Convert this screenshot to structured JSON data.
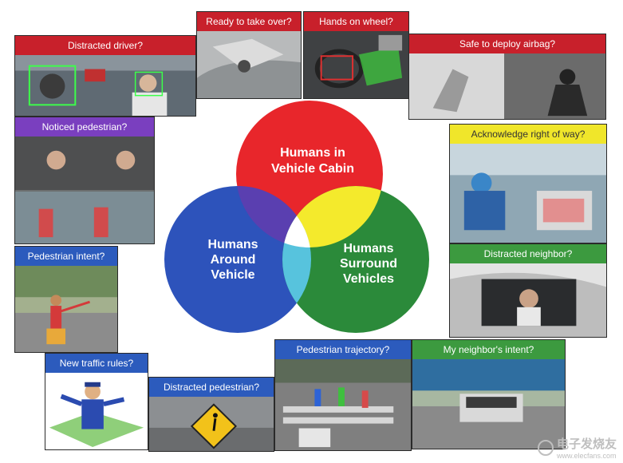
{
  "venn": {
    "cabin_line1": "Humans in",
    "cabin_line2": "Vehicle Cabin",
    "around_line1": "Humans",
    "around_line2": "Around",
    "around_line3": "Vehicle",
    "surround_line1": "Humans",
    "surround_line2": "Surround",
    "surround_line3": "Vehicles",
    "colors": {
      "red": "#e8262b",
      "blue": "#2d53bb",
      "green": "#2b8a3a",
      "yellow": "#f4ea2c",
      "purple": "#5a3fb0",
      "cyan": "#57c3dd",
      "white": "#ffffff"
    }
  },
  "tiles": {
    "distracted_driver": "Distracted driver?",
    "ready_take_over": "Ready to take over?",
    "hands_on_wheel": "Hands on wheel?",
    "safe_airbag": "Safe to deploy airbag?",
    "noticed_pedestrian": "Noticed pedestrian?",
    "acknowledge_right_of_way": "Acknowledge right of way?",
    "pedestrian_intent": "Pedestrian intent?",
    "distracted_neighbor": "Distracted neighbor?",
    "new_traffic_rules": "New traffic rules?",
    "distracted_pedestrian": "Distracted pedestrian?",
    "pedestrian_trajectory": "Pedestrian trajectory?",
    "neighbor_intent": "My neighbor's intent?"
  },
  "watermark": {
    "line1": "电子发烧友",
    "line2": "www.elecfans.com"
  }
}
